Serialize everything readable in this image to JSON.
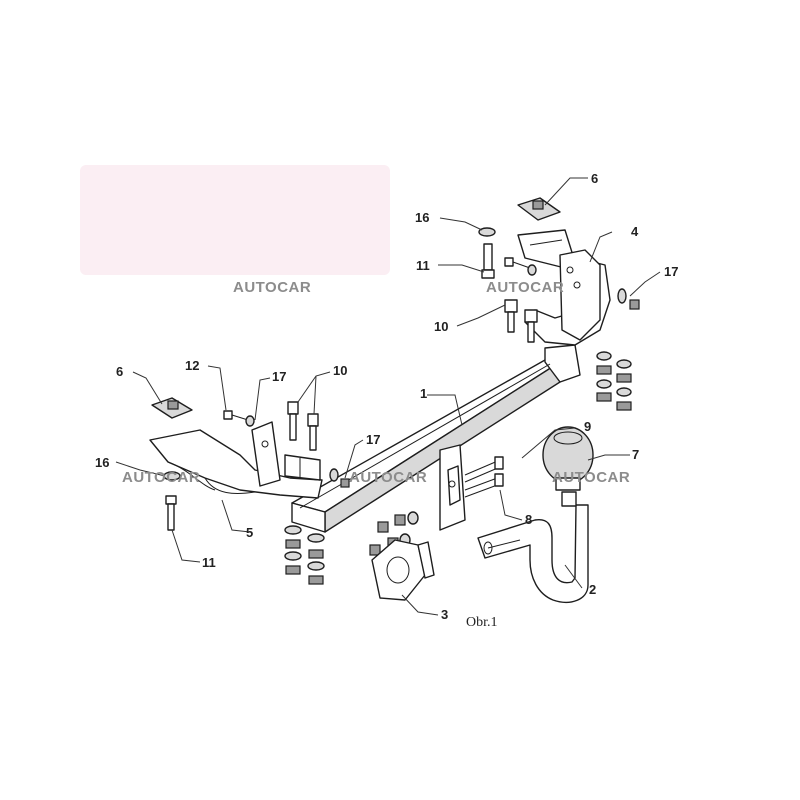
{
  "diagram": {
    "figure_label": "Obr.1",
    "watermark": "AUTOCAR",
    "callouts": {
      "c1": "1",
      "c2": "2",
      "c3": "3",
      "c4": "4",
      "c5": "5",
      "c6a": "6",
      "c6b": "6",
      "c7": "7",
      "c8": "8",
      "c9": "9",
      "c10a": "10",
      "c10b": "10",
      "c11a": "11",
      "c11b": "11",
      "c12": "12",
      "c16a": "16",
      "c16b": "16",
      "c17a": "17",
      "c17b": "17",
      "c17c": "17"
    }
  }
}
